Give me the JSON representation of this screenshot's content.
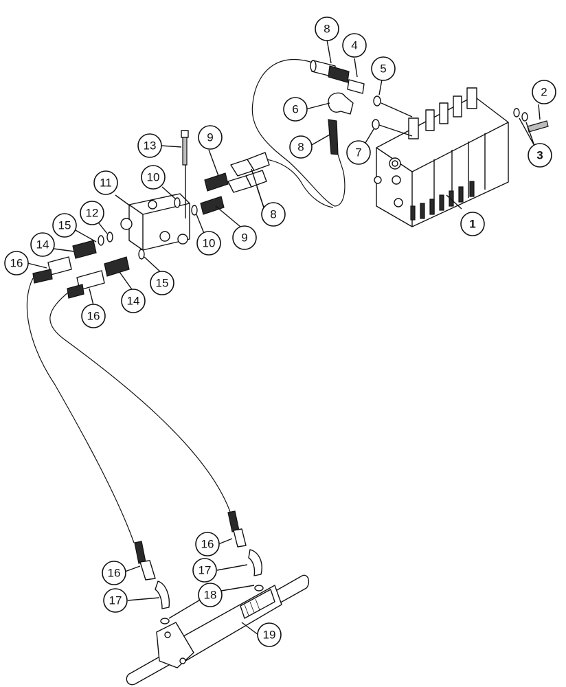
{
  "diagram": {
    "callouts": [
      {
        "id": "c1",
        "label": "1"
      },
      {
        "id": "c2",
        "label": "2"
      },
      {
        "id": "c3",
        "label": "3"
      },
      {
        "id": "c4",
        "label": "4"
      },
      {
        "id": "c5",
        "label": "5"
      },
      {
        "id": "c6",
        "label": "6"
      },
      {
        "id": "c7",
        "label": "7"
      },
      {
        "id": "c8a",
        "label": "8"
      },
      {
        "id": "c8b",
        "label": "8"
      },
      {
        "id": "c8c",
        "label": "8"
      },
      {
        "id": "c9a",
        "label": "9"
      },
      {
        "id": "c9b",
        "label": "9"
      },
      {
        "id": "c10a",
        "label": "10"
      },
      {
        "id": "c10b",
        "label": "10"
      },
      {
        "id": "c11",
        "label": "11"
      },
      {
        "id": "c12",
        "label": "12"
      },
      {
        "id": "c13",
        "label": "13"
      },
      {
        "id": "c14a",
        "label": "14"
      },
      {
        "id": "c14b",
        "label": "14"
      },
      {
        "id": "c15a",
        "label": "15"
      },
      {
        "id": "c15b",
        "label": "15"
      },
      {
        "id": "c16a",
        "label": "16"
      },
      {
        "id": "c16b",
        "label": "16"
      },
      {
        "id": "c16c",
        "label": "16"
      },
      {
        "id": "c16d",
        "label": "16"
      },
      {
        "id": "c17a",
        "label": "17"
      },
      {
        "id": "c17b",
        "label": "17"
      },
      {
        "id": "c18",
        "label": "18"
      },
      {
        "id": "c19",
        "label": "19"
      }
    ]
  }
}
